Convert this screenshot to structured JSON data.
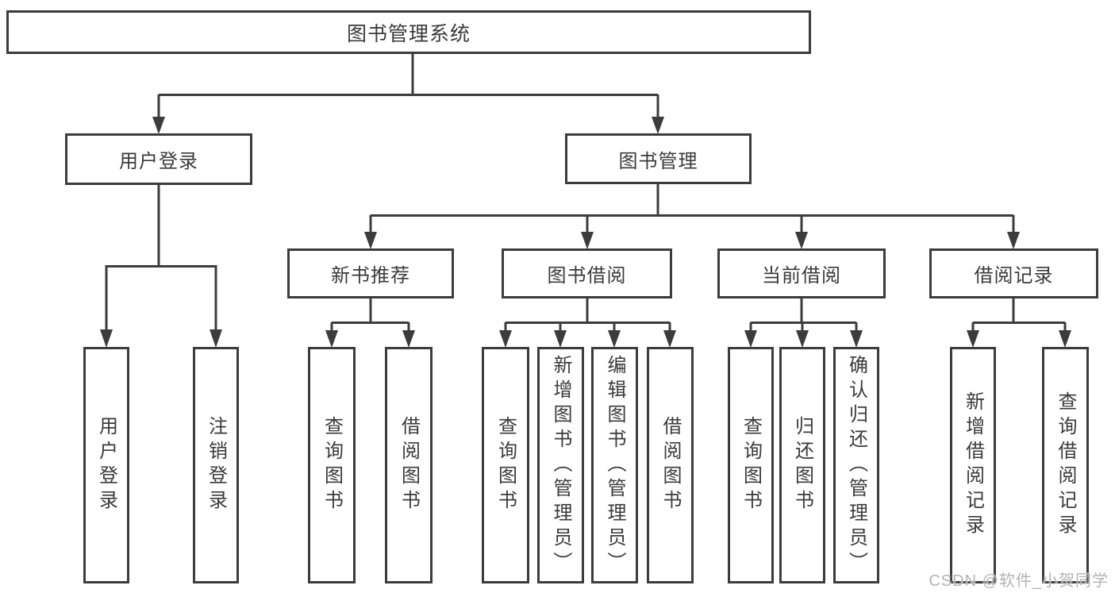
{
  "diagram": {
    "root": {
      "label": "图书管理系统"
    },
    "user_login": {
      "label": "用户登录",
      "children": [
        {
          "label": "用户登录"
        },
        {
          "label": "注销登录"
        }
      ]
    },
    "book_mgmt": {
      "label": "图书管理",
      "groups": [
        {
          "label": "新书推荐",
          "children": [
            {
              "label": "查询图书"
            },
            {
              "label": "借阅图书"
            }
          ]
        },
        {
          "label": "图书借阅",
          "children": [
            {
              "label": "查询图书"
            },
            {
              "label": "新增图书（管理员）"
            },
            {
              "label": "编辑图书（管理员）"
            },
            {
              "label": "借阅图书"
            }
          ]
        },
        {
          "label": "当前借阅",
          "children": [
            {
              "label": "查询图书"
            },
            {
              "label": "归还图书"
            },
            {
              "label": "确认归还（管理员）"
            }
          ]
        },
        {
          "label": "借阅记录",
          "children": [
            {
              "label": "新增借阅记录"
            },
            {
              "label": "查询借阅记录"
            }
          ]
        }
      ]
    }
  },
  "watermark": {
    "text": "CSDN @软件_小贺同学"
  },
  "colors": {
    "line": "#3c3c3c",
    "text": "#3a3a3a",
    "watermark": "#b3b3b3",
    "background": "#ffffff"
  }
}
